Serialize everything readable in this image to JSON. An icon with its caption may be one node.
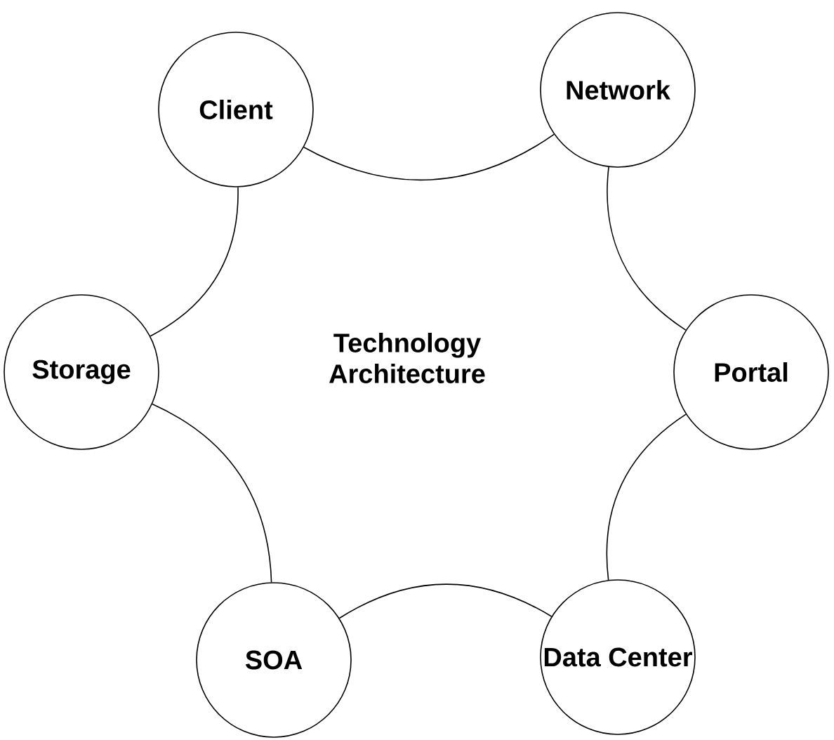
{
  "diagram": {
    "nodes": [
      {
        "text": [
          "Client"
        ]
      },
      {
        "text": [
          "Network"
        ]
      },
      {
        "text": [
          "Storage"
        ]
      },
      {
        "text": [
          "Portal"
        ]
      },
      {
        "text": [
          "SOA"
        ]
      },
      {
        "text": [
          "Data Center"
        ]
      }
    ],
    "edges": [
      {
        "from": 0,
        "to": 1,
        "arrow": "none"
      },
      {
        "from": 1,
        "to": 3,
        "arrow": "none"
      },
      {
        "from": 3,
        "to": 5,
        "arrow": "none"
      },
      {
        "from": 5,
        "to": 4,
        "arrow": "none"
      },
      {
        "from": 4,
        "to": 2,
        "arrow": "none"
      },
      {
        "from": 2,
        "to": 0,
        "arrow": "none"
      }
    ],
    "labels": [
      "Technology Architecture"
    ]
  }
}
